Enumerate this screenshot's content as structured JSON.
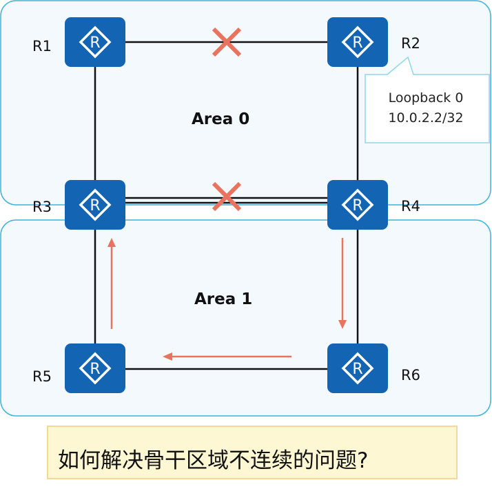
{
  "routers": [
    {
      "name": "R1"
    },
    {
      "name": "R2"
    },
    {
      "name": "R3"
    },
    {
      "name": "R4"
    },
    {
      "name": "R5"
    },
    {
      "name": "R6"
    }
  ],
  "router_icon_text": "R",
  "areas": [
    {
      "label": "Area 0"
    },
    {
      "label": "Area 1"
    }
  ],
  "callout": {
    "line1": "Loopback 0",
    "line2": "10.0.2.2/32"
  },
  "question": "如何解决骨干区域不连续的问题?",
  "colors": {
    "router_fill": "#1464b4",
    "area_border": "#3cb4dc",
    "area_fill": "#f4f9fd",
    "link": "#111111",
    "broken_mark": "#e8735f",
    "arrow": "#e8735f",
    "question_fill": "#fdf8d3",
    "question_border": "#f4d79a"
  },
  "links": [
    {
      "from": "R1",
      "to": "R2",
      "status": "down"
    },
    {
      "from": "R1",
      "to": "R3",
      "status": "up"
    },
    {
      "from": "R2",
      "to": "R4",
      "status": "up"
    },
    {
      "from": "R3",
      "to": "R4",
      "status": "down"
    },
    {
      "from": "R3",
      "to": "R5",
      "status": "up"
    },
    {
      "from": "R4",
      "to": "R6",
      "status": "up"
    },
    {
      "from": "R5",
      "to": "R6",
      "status": "up"
    }
  ],
  "arrows": [
    {
      "along": "R4-R6",
      "direction": "toward R6"
    },
    {
      "along": "R6-R5",
      "direction": "toward R5"
    },
    {
      "along": "R5-R3",
      "direction": "toward R3"
    }
  ]
}
